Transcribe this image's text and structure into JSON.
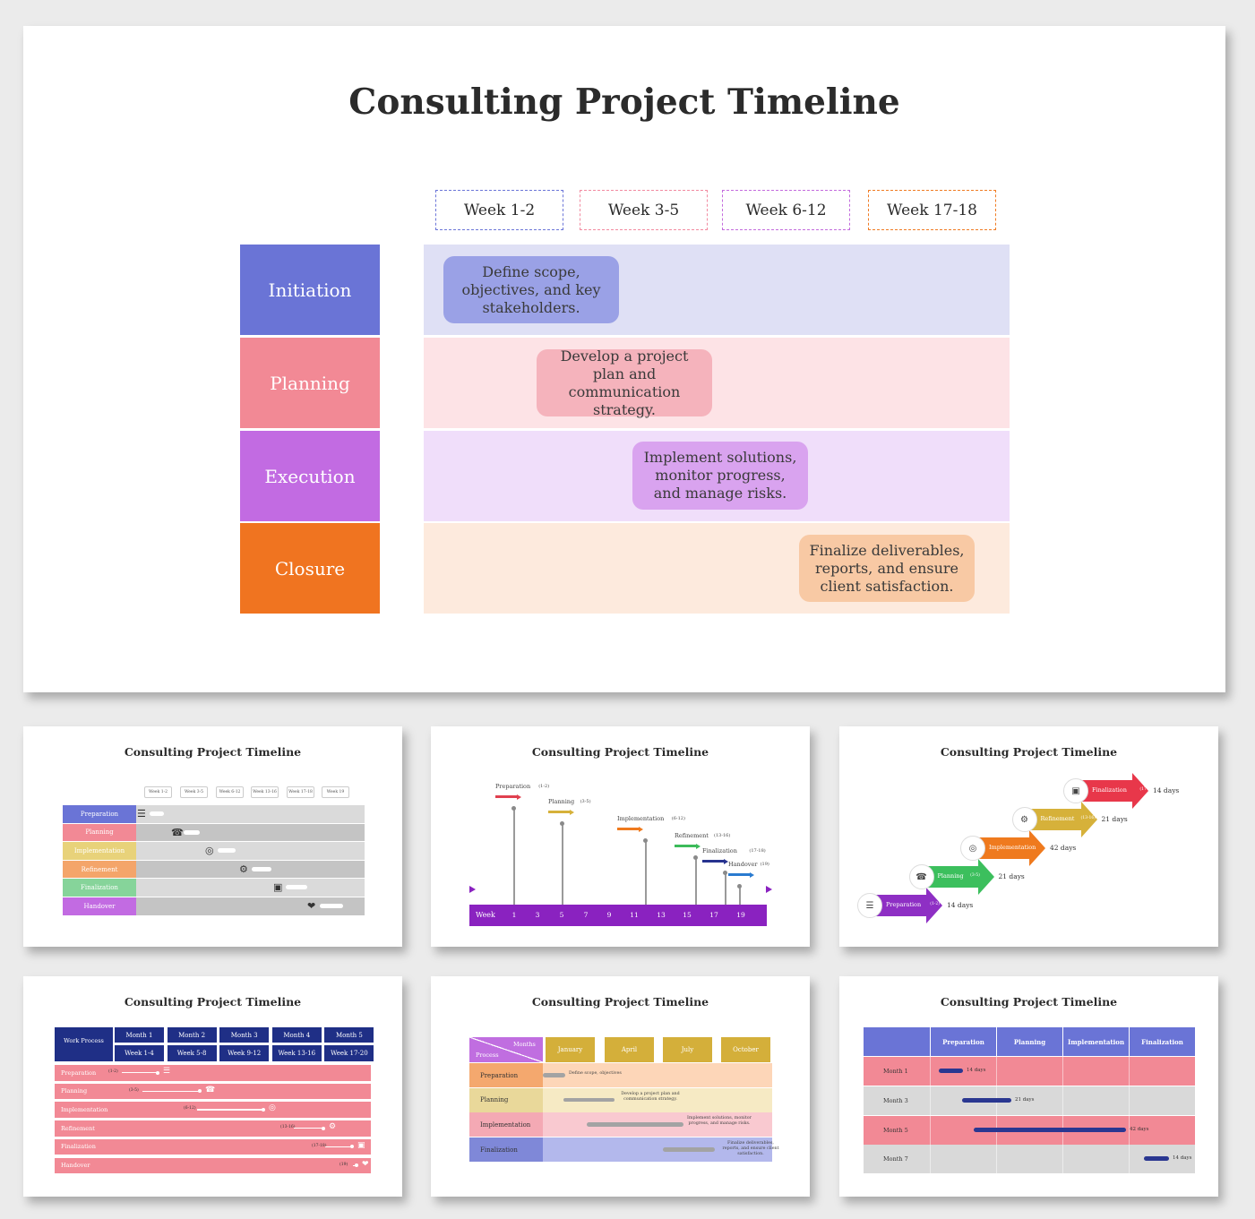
{
  "main": {
    "title": "Consulting Project Timeline",
    "weeks": [
      "Week 1-2",
      "Week 3-5",
      "Week 6-12",
      "Week 17-18"
    ],
    "week_colors": [
      "#6b75d8",
      "#f28aa0",
      "#c36bdd",
      "#f07b23"
    ],
    "phases": [
      {
        "label": "Initiation",
        "color": "#6a74d6",
        "band": "#dfe0f5",
        "bubble_color": "#9aa1e6",
        "text": "Define scope, objectives, and key stakeholders."
      },
      {
        "label": "Planning",
        "color": "#f28995",
        "band": "#fde3e6",
        "bubble_color": "#f5b3bc",
        "text": "Develop a project plan and communication strategy."
      },
      {
        "label": "Execution",
        "color": "#c26be2",
        "band": "#f0defa",
        "bubble_color": "#d9a3ef",
        "text": "Implement solutions, monitor progress, and manage risks."
      },
      {
        "label": "Closure",
        "color": "#f07420",
        "band": "#fdeadd",
        "bubble_color": "#f8c9a4",
        "text": "Finalize deliverables, reports, and ensure client satisfaction."
      }
    ]
  },
  "t1": {
    "title": "Consulting Project Timeline",
    "weeks": [
      "Week 1-2",
      "Week 3-5",
      "Week 6-12",
      "Week 13-16",
      "Week 17-18",
      "Week 19"
    ],
    "rows": [
      {
        "label": "Preparation",
        "color": "#6a74d6"
      },
      {
        "label": "Planning",
        "color": "#f28995"
      },
      {
        "label": "Implementation",
        "color": "#e8d27a"
      },
      {
        "label": "Refinement",
        "color": "#f4a56a"
      },
      {
        "label": "Finalization",
        "color": "#86d49a"
      },
      {
        "label": "Handover",
        "color": "#c26be2"
      }
    ]
  },
  "t2": {
    "title": "Consulting Project Timeline",
    "axis_label": "Week",
    "ticks": [
      "1",
      "3",
      "5",
      "7",
      "9",
      "11",
      "13",
      "15",
      "17",
      "19"
    ],
    "events": [
      {
        "label": "Preparation",
        "range": "(1-2)",
        "color": "#e0404f"
      },
      {
        "label": "Planning",
        "range": "(3-5)",
        "color": "#d6b13a"
      },
      {
        "label": "Implementation",
        "range": "(6-12)",
        "color": "#ef7a1e"
      },
      {
        "label": "Refinement",
        "range": "(13-16)",
        "color": "#3cbb5a"
      },
      {
        "label": "Finalization",
        "range": "(17-18)",
        "color": "#27338f"
      },
      {
        "label": "Handover",
        "range": "(19)",
        "color": "#2a7bd0"
      }
    ]
  },
  "t3": {
    "title": "Consulting Project Timeline",
    "steps": [
      {
        "label": "Preparation",
        "range": "(1-2)",
        "days": "14 days",
        "color": "#8e2fc4"
      },
      {
        "label": "Planning",
        "range": "(3-5)",
        "days": "21 days",
        "color": "#3cbf5d"
      },
      {
        "label": "Implementation",
        "range": "(6-12)",
        "days": "42 days",
        "color": "#ef7a1e"
      },
      {
        "label": "Refinement",
        "range": "(13-16)",
        "days": "21 days",
        "color": "#d6b13a"
      },
      {
        "label": "Finalization",
        "range": "(17-18)",
        "days": "14 days",
        "color": "#e8374a"
      }
    ]
  },
  "t4": {
    "title": "Consulting Project Timeline",
    "corner": "Work Process",
    "months": [
      "Month 1",
      "Month 2",
      "Month 3",
      "Month 4",
      "Month 5"
    ],
    "weeks": [
      "Week 1-4",
      "Week 5-8",
      "Week 9-12",
      "Week 13-16",
      "Week 17-20"
    ],
    "rows": [
      {
        "label": "Preparation",
        "range": "(1-2)"
      },
      {
        "label": "Planning",
        "range": "(3-5)"
      },
      {
        "label": "Implementation",
        "range": "(6-12)"
      },
      {
        "label": "Refinement",
        "range": "(13-16)"
      },
      {
        "label": "Finalization",
        "range": "(17-18)"
      },
      {
        "label": "Handover",
        "range": "(19)"
      }
    ]
  },
  "t5": {
    "title": "Consulting Project Timeline",
    "corner_top": "Months",
    "corner_bottom": "Process",
    "months": [
      "January",
      "April",
      "July",
      "October"
    ],
    "rows": [
      {
        "label": "Preparation",
        "color": "#f4a86e",
        "band": "#fdd6b8",
        "text": "Define scope, objectives"
      },
      {
        "label": "Planning",
        "color": "#e9d89a",
        "band": "#f6eac4",
        "text": "Develop a project plan and communication strategy."
      },
      {
        "label": "Implementation",
        "color": "#f4a9b4",
        "band": "#f9c9d0",
        "text": "Implement solutions, monitor progress, and manage risks."
      },
      {
        "label": "Finalization",
        "color": "#7f88d8",
        "band": "#b3b8ec",
        "text": "Finalize deliverables, reports, and ensure client satisfaction."
      }
    ]
  },
  "t6": {
    "title": "Consulting Project Timeline",
    "columns": [
      "Preparation",
      "Planning",
      "Implementation",
      "Finalization"
    ],
    "rows": [
      {
        "label": "Month 1",
        "days": "14 days"
      },
      {
        "label": "Month 3",
        "days": "21 days"
      },
      {
        "label": "Month 5",
        "days": "42 days"
      },
      {
        "label": "Month 7",
        "days": "14 days"
      }
    ]
  }
}
